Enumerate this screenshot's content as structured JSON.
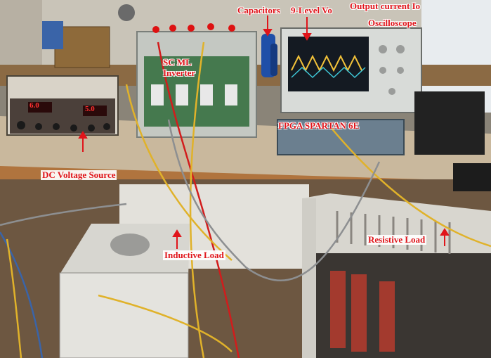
{
  "labels": {
    "capacitors": "Capacitors",
    "nine_level": "9-Level Vo",
    "output_current_line1": "Output current Io",
    "output_current_line2": "Oscilloscope",
    "sc_ml_line1": "SC ML",
    "sc_ml_line2": "Inverter",
    "fpga": "FPGA SPARTAN 6E",
    "dc_source": "DC Voltage Source",
    "inductive_load": "Inductive Load",
    "resistive_load": "Resistive Load"
  },
  "displays": {
    "dc_left": "6.0",
    "dc_right": "5.0"
  },
  "colors": {
    "label_text": "#e0141a",
    "arrow": "#e0141a"
  }
}
